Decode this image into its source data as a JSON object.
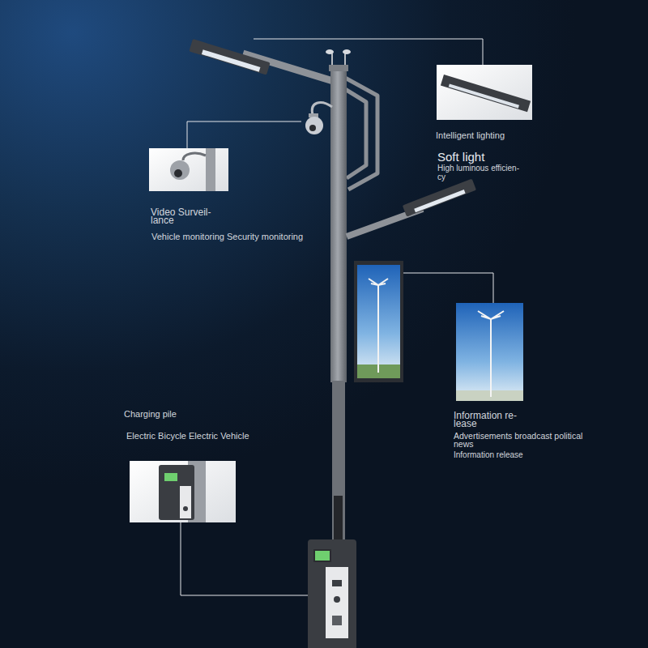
{
  "diagram": {
    "labels": [
      "Intelligent lighting",
      "Soft light",
      "High luminous efficien- cy",
      "Video Surveil- lance",
      "Vehicle monitoring Security monitoring",
      "Information re- lease",
      "Advertisements broadcast political news",
      "Information release",
      "Charging pile",
      "Electric Bicycle Electric Vehicle"
    ]
  }
}
